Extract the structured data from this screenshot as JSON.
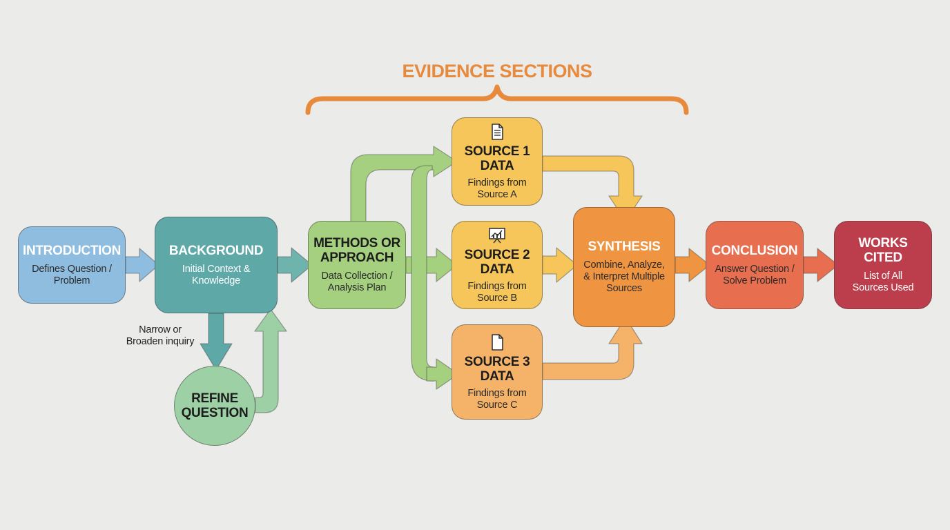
{
  "heading": "EVIDENCE SECTIONS",
  "colors": {
    "background": "#ebebea",
    "intro": "#8fbde0",
    "background_box": "#5ea8a8",
    "methods": "#a5d07f",
    "refine": "#9dd1a5",
    "source1": "#f6c65a",
    "source2": "#f6c65a",
    "source3": "#f5b36a",
    "synthesis": "#ef9441",
    "conclusion": "#e76f4f",
    "works": "#bc3e4c",
    "accent_heading": "#e88a3c"
  },
  "nodes": {
    "intro": {
      "title": "INTRODUCTION",
      "desc": "Defines Question / Problem"
    },
    "background": {
      "title": "BACKGROUND",
      "desc": "Initial Context & Knowledge"
    },
    "refine": {
      "title": "REFINE QUESTION"
    },
    "methods": {
      "title": "METHODS OR APPROACH",
      "desc": "Data Collection / Analysis Plan"
    },
    "source1": {
      "title": "SOURCE 1 DATA",
      "desc": "Findings from Source A",
      "icon": "document-icon"
    },
    "source2": {
      "title": "SOURCE 2 DATA",
      "desc": "Findings from Source B",
      "icon": "presentation-chart-icon"
    },
    "source3": {
      "title": "SOURCE 3 DATA",
      "desc": "Findings from Source C",
      "icon": "blank-document-icon"
    },
    "synthesis": {
      "title": "SYNTHESIS",
      "desc": "Combine, Analyze, & Interpret Multiple Sources"
    },
    "conclusion": {
      "title": "CONCLUSION",
      "desc": "Answer Question / Solve Problem"
    },
    "works": {
      "title": "WORKS CITED",
      "desc": "List of All Sources Used"
    }
  },
  "notes": {
    "narrow": "Narrow or Broaden inquiry"
  }
}
